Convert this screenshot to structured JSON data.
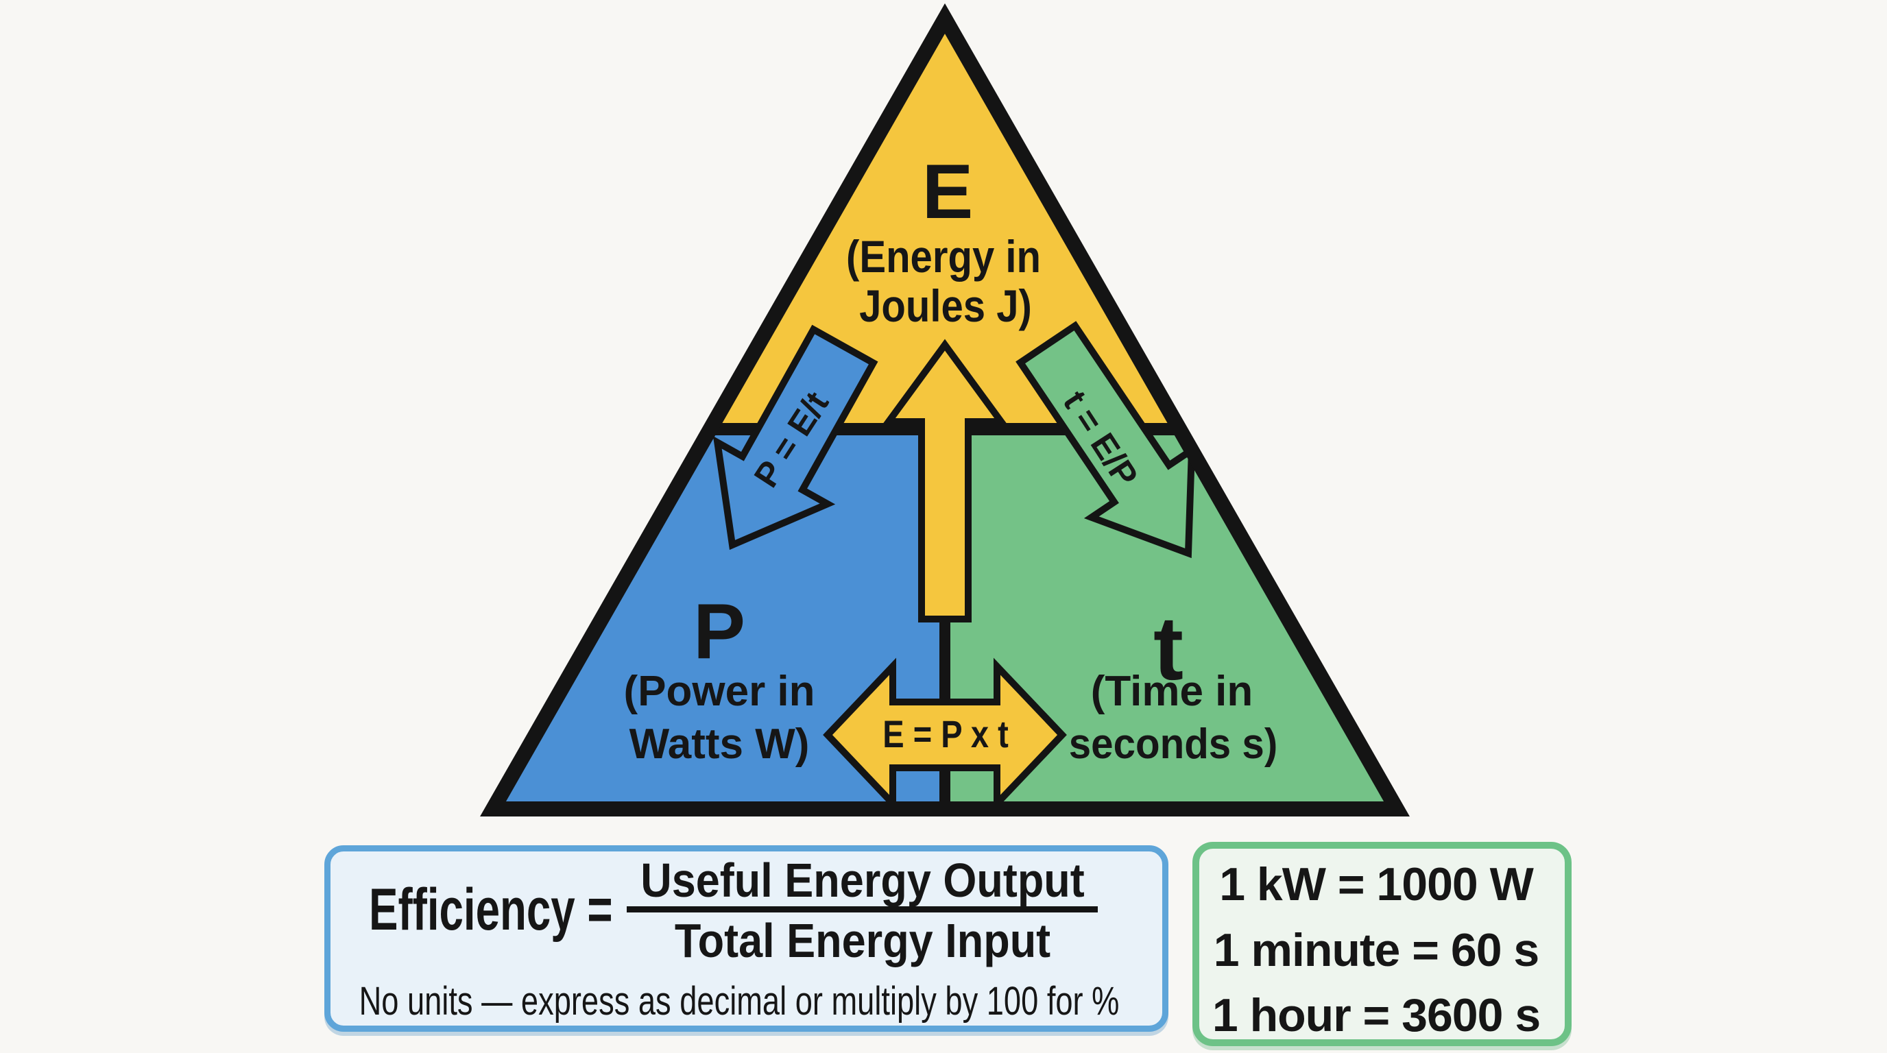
{
  "triangle": {
    "top_section": {
      "symbol": "E",
      "label_lines": [
        "(Energy in",
        "Joules J)"
      ]
    },
    "left_section": {
      "symbol": "P",
      "label_lines": [
        "(Power in",
        "Watts W)"
      ]
    },
    "right_section": {
      "symbol": "t",
      "label_lines": [
        "(Time in",
        "seconds s)"
      ]
    },
    "arrow_labels": {
      "power_formula": "P = E/t",
      "time_formula": "t = E/P",
      "energy_formula": "E = P x t"
    }
  },
  "efficiency_box": {
    "lhs": "Efficiency =",
    "numerator": "Useful Energy Output",
    "denominator": "Total Energy Input",
    "note": "No units — express as decimal or multiply by 100 for %"
  },
  "conversions_box": {
    "lines": [
      "1 kW = 1000 W",
      "1 minute = 60 s",
      "1 hour = 3600 s"
    ]
  },
  "colors": {
    "energy_yellow": "#f5c63e",
    "power_blue": "#4b90d5",
    "time_green": "#74c287",
    "outline_black": "#141414",
    "background": "#f8f7f4",
    "efficiency_border_blue": "#5ea5d9",
    "efficiency_fill": "#e9f2f9",
    "conversions_border_green": "#6dc287",
    "conversions_fill": "#eef5ee",
    "text": "#161616"
  }
}
